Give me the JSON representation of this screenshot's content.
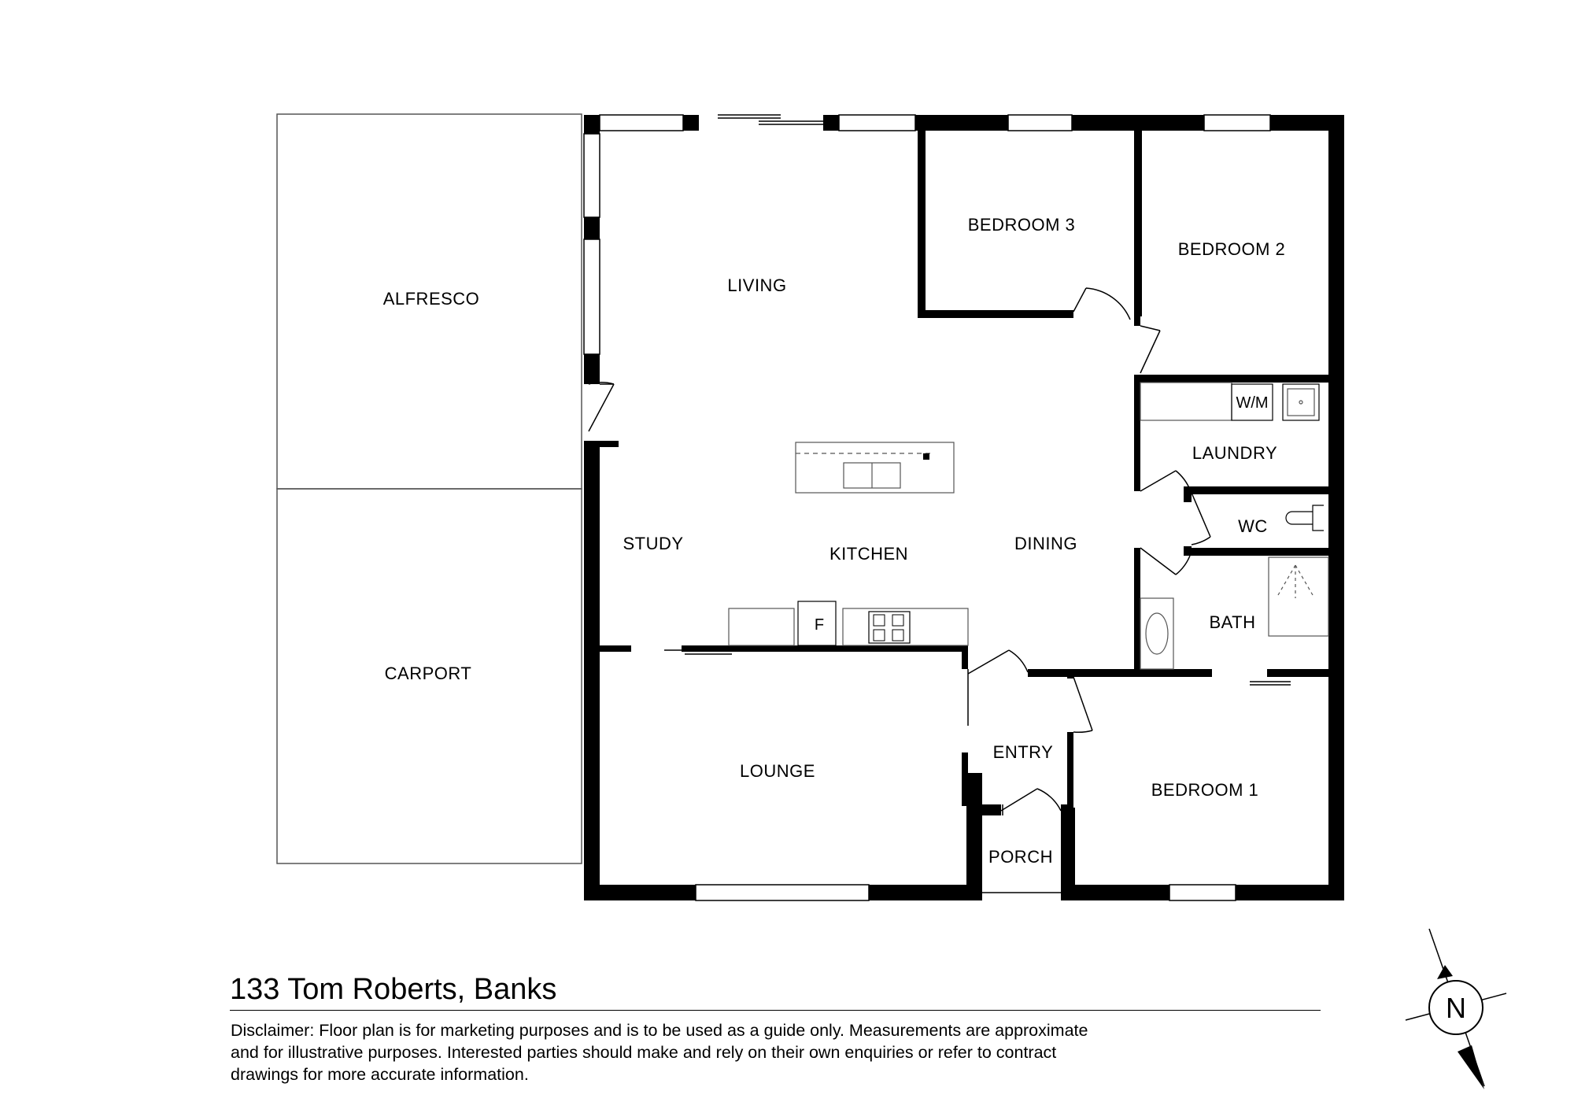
{
  "rooms": {
    "alfresco": "ALFRESCO",
    "living": "LIVING",
    "bedroom3": "BEDROOM 3",
    "bedroom2": "BEDROOM 2",
    "laundry": "LAUNDRY",
    "wc": "WC",
    "study": "STUDY",
    "kitchen": "KITCHEN",
    "dining": "DINING",
    "bath": "BATH",
    "carport": "CARPORT",
    "lounge": "LOUNGE",
    "entry": "ENTRY",
    "bedroom1": "BEDROOM 1",
    "porch": "PORCH"
  },
  "fixtures": {
    "washing_machine": "W/M",
    "fridge": "F"
  },
  "compass": {
    "label": "N"
  },
  "address": "133 Tom Roberts, Banks",
  "disclaimer": [
    "Disclaimer: Floor plan is for marketing purposes and is to be used as a guide only. Measurements  are approximate",
    "and for illustrative purposes. Interested parties should make and rely on their own enquiries or refer to contract",
    "drawings for more accurate information."
  ]
}
